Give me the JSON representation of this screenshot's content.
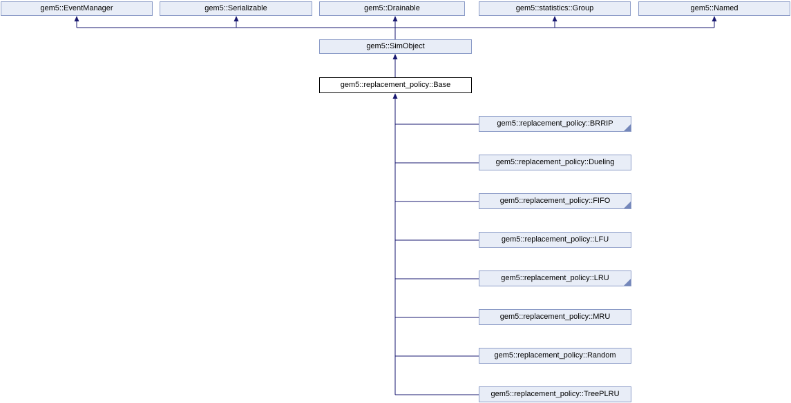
{
  "diagram": {
    "kind": "class-inheritance-graph",
    "colors": {
      "node_fill": "#E8EDF7",
      "node_border": "#8B9BC7",
      "edge": "#191970",
      "focus_fill": "#FFFFFF",
      "focus_border": "#000000",
      "fold": "#7487BA"
    },
    "top_row": [
      {
        "label": "gem5::EventManager"
      },
      {
        "label": "gem5::Serializable"
      },
      {
        "label": "gem5::Drainable"
      },
      {
        "label": "gem5::statistics::Group"
      },
      {
        "label": "gem5::Named"
      }
    ],
    "middle": {
      "sim_object": {
        "label": "gem5::SimObject"
      },
      "base": {
        "label": "gem5::replacement_policy::Base"
      }
    },
    "children": [
      {
        "label": "gem5::replacement_policy::BRRIP",
        "has_derived": true
      },
      {
        "label": "gem5::replacement_policy::Dueling",
        "has_derived": false
      },
      {
        "label": "gem5::replacement_policy::FIFO",
        "has_derived": true
      },
      {
        "label": "gem5::replacement_policy::LFU",
        "has_derived": false
      },
      {
        "label": "gem5::replacement_policy::LRU",
        "has_derived": true
      },
      {
        "label": "gem5::replacement_policy::MRU",
        "has_derived": false
      },
      {
        "label": "gem5::replacement_policy::Random",
        "has_derived": false
      },
      {
        "label": "gem5::replacement_policy::TreePLRU",
        "has_derived": false
      }
    ]
  }
}
